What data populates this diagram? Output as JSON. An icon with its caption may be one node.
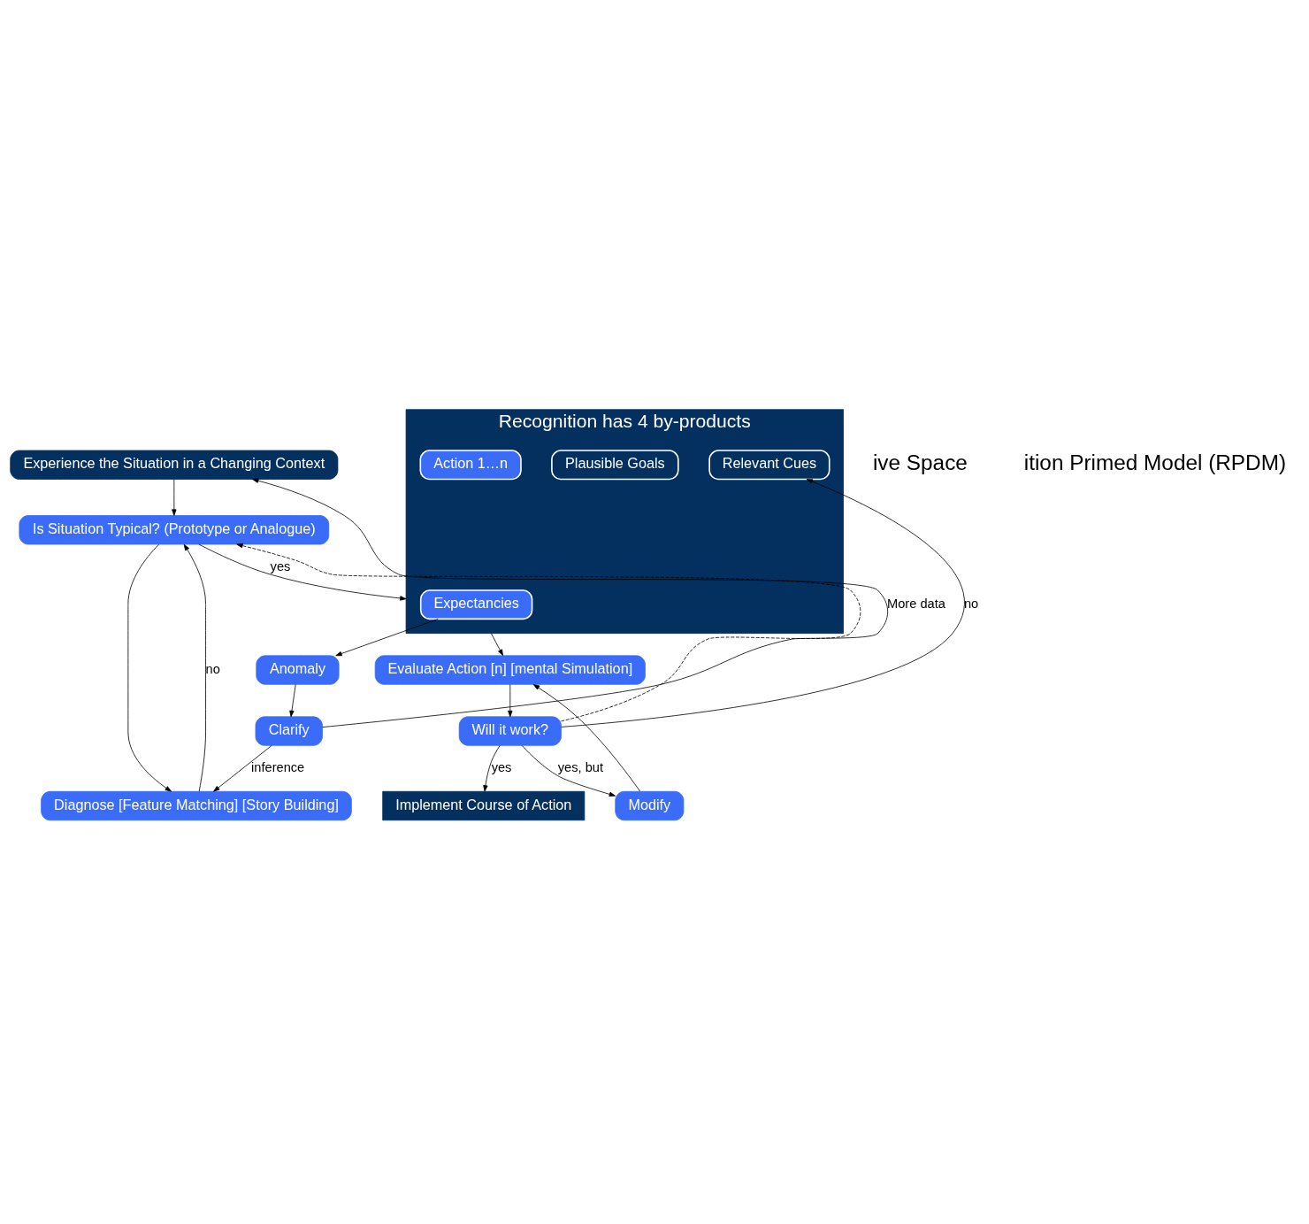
{
  "diagram": {
    "nodes": [
      {
        "text": [
          "Experience the Situation in a Changing Context"
        ]
      },
      {
        "text": [
          "Diagnose [Feature Matching] [Story Building]"
        ]
      },
      {
        "text": [
          "Is Situation Typical? (Prototype or Analogue)"
        ]
      },
      {
        "text": [
          "Clarify"
        ]
      },
      {
        "text": [
          "Anomaly"
        ]
      },
      {
        "text": [
          "Recognition has 4 by-products"
        ]
      },
      {
        "text": [
          "Expectancies"
        ],
        "in": 5
      },
      {
        "text": [
          "Relevant Cues"
        ],
        "in": 5
      },
      {
        "text": [
          "Plausible Goals"
        ],
        "in": 5
      },
      {
        "text": [
          "Action 1…n"
        ],
        "in": 5
      },
      {
        "text": [
          "Evaluate Action [n] [mental Simulation]"
        ]
      },
      {
        "text": [
          "Modify"
        ]
      },
      {
        "text": [
          "Will it work?"
        ]
      },
      {
        "text": [
          "Implement Course of Action"
        ]
      }
    ],
    "edges": [
      {
        "from": 0,
        "to": 2,
        "arrow": "to"
      },
      {
        "from": 1,
        "to": 2,
        "arrow": "to",
        "label": "no"
      },
      {
        "from": 2,
        "to": 1,
        "arrow": "to"
      },
      {
        "from": 2,
        "to": 5,
        "arrow": "to",
        "label": "yes"
      },
      {
        "from": 3,
        "to": 1,
        "arrow": "to",
        "label": "inference"
      },
      {
        "from": 4,
        "to": 3,
        "arrow": "to"
      },
      {
        "from": 6,
        "to": 4,
        "arrow": "to"
      },
      {
        "from": 3,
        "to": 0,
        "arrow": "to",
        "label": "More data"
      },
      {
        "from": 5,
        "to": 10,
        "arrow": "to"
      },
      {
        "from": 11,
        "to": 10,
        "arrow": "to"
      },
      {
        "from": 10,
        "to": 12,
        "arrow": "to"
      },
      {
        "from": 12,
        "to": 11,
        "arrow": "to",
        "label": "yes, but"
      },
      {
        "from": 12,
        "to": 13,
        "arrow": "to",
        "label": "yes"
      },
      {
        "from": 12,
        "to": 7,
        "arrow": "to",
        "label": "no"
      },
      {
        "from": 12,
        "to": 2,
        "arrow": "to",
        "style": "dashed"
      }
    ],
    "labels": [
      "ive Space",
      "ition Primed Model (RPDM)"
    ]
  }
}
